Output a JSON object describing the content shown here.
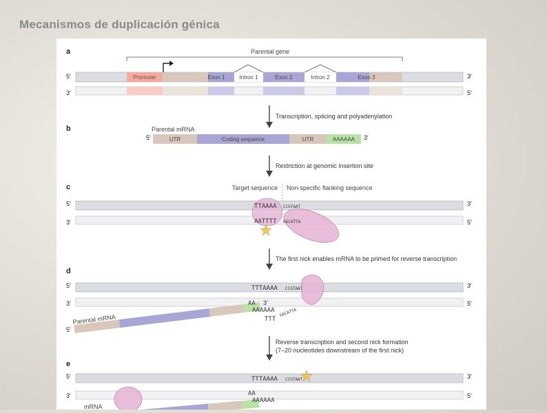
{
  "slide": {
    "title": "Mecanismos de duplicación génica"
  },
  "panels": {
    "a": {
      "letter": "a",
      "header": "Parental gene",
      "five_prime": "5′",
      "three_prime": "3′",
      "five_prime_b": "5′",
      "three_prime_b": "3′",
      "segments": [
        "Promoter",
        "Exon 1",
        "Intron 1",
        "Exon 2",
        "Intron 2",
        "Exon 3"
      ]
    },
    "step1": "Transcription, splicing and polyadenylation",
    "b": {
      "letter": "b",
      "mrna_label": "Parental mRNA",
      "five_prime": "5′",
      "three_prime": "3′",
      "segments": [
        "UTR",
        "Coding sequence",
        "UTR",
        "AAAAAA"
      ]
    },
    "step2": "Restriction at genomic insertion site",
    "c": {
      "letter": "c",
      "target_label": "Target sequence",
      "flank_label": "Non-specific flanking sequence",
      "top_seq": "TTAAAA",
      "top_flank": "CCGTAAT",
      "bottom_seq": "AATTTT",
      "bottom_flank": "GGCATTA",
      "five_prime": "5′",
      "three_prime": "3′",
      "three_prime_b": "3′",
      "five_prime_b": "5′"
    },
    "step3": "The first nick enables mRNA to be primed for reverse transcription",
    "d": {
      "letter": "d",
      "top_seq": "TTTAAAA",
      "top_flank": "CCGTAAT",
      "aa": "AA",
      "three_mark": "3′",
      "polya": "AAAAAA",
      "bottom_seq": "TTT",
      "bottom_flank": "GGCATTA",
      "mrna_label": "Parental mRNA",
      "five_prime": "5′",
      "three_prime": "3′",
      "three_prime_b": "3′",
      "five_prime_b": "5′",
      "five_prime_c": "5′"
    },
    "step4_line1": "Reverse transcription and second nick formation",
    "step4_line2": "(7–20 nucleotides downstream of the first nick)",
    "e": {
      "letter": "e",
      "top_seq": "TTTAAAA",
      "top_flank": "CCGTAAT",
      "aa": "AA",
      "polya": "AAAAAA",
      "mrna_label": "mRNA",
      "five_prime": "5′",
      "three_prime": "3′",
      "three_prime_b": "3′",
      "five_prime_b": "5′"
    }
  },
  "colors": {
    "promoter": "#f4aaa0",
    "utr": "#d8c8bc",
    "exon": "#a9a6d6",
    "intron": "#ffffff",
    "strand": "#dcdde2",
    "polya": "#b9e3a6",
    "enzyme": "#e6b8d8",
    "enzyme_edge": "#b67ea6",
    "star": "#f1c65c"
  }
}
